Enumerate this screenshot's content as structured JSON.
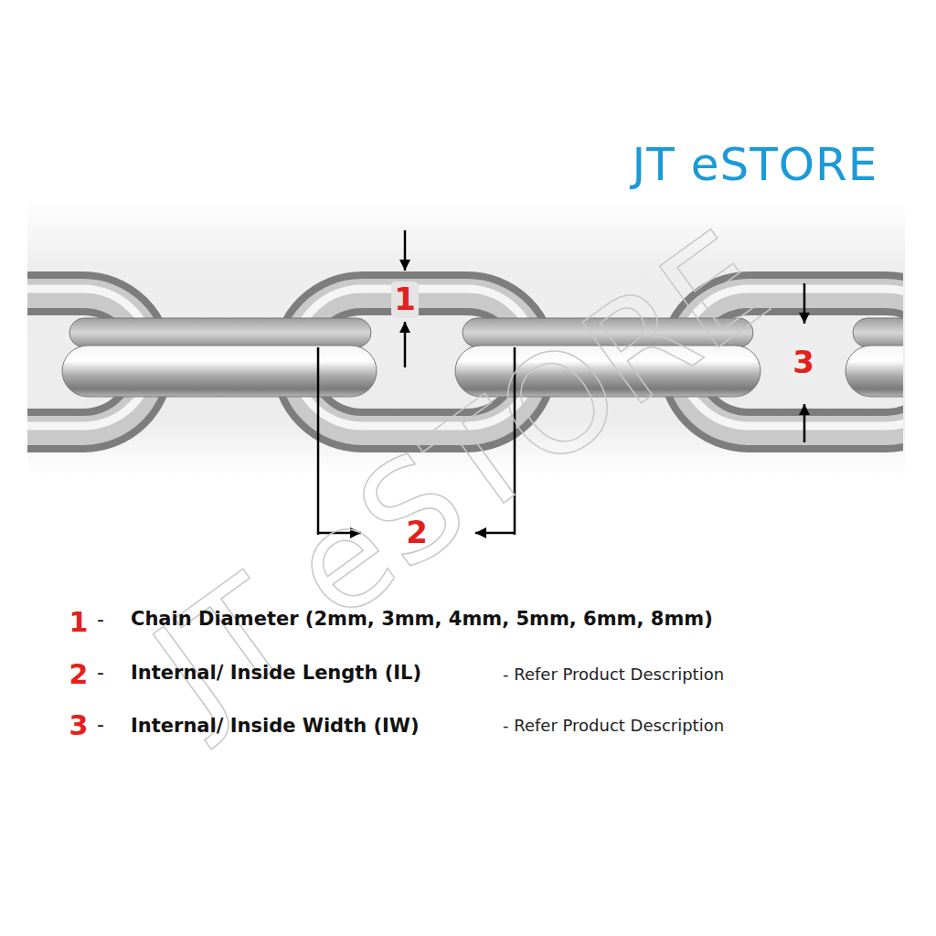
{
  "diagram": {
    "title": "JT eSTORE",
    "labels": [
      "1",
      "2",
      "3",
      "1",
      "-",
      "Chain Diameter (2mm, 3mm, 4mm, 5mm, 6mm, 8mm)",
      "2",
      "-",
      "Internal/ Inside Length (IL)",
      "- Refer Product Description",
      "3",
      "-",
      "Internal/ Inside Width (IW)",
      "- Refer Product Description",
      "JT eSTORE"
    ]
  }
}
